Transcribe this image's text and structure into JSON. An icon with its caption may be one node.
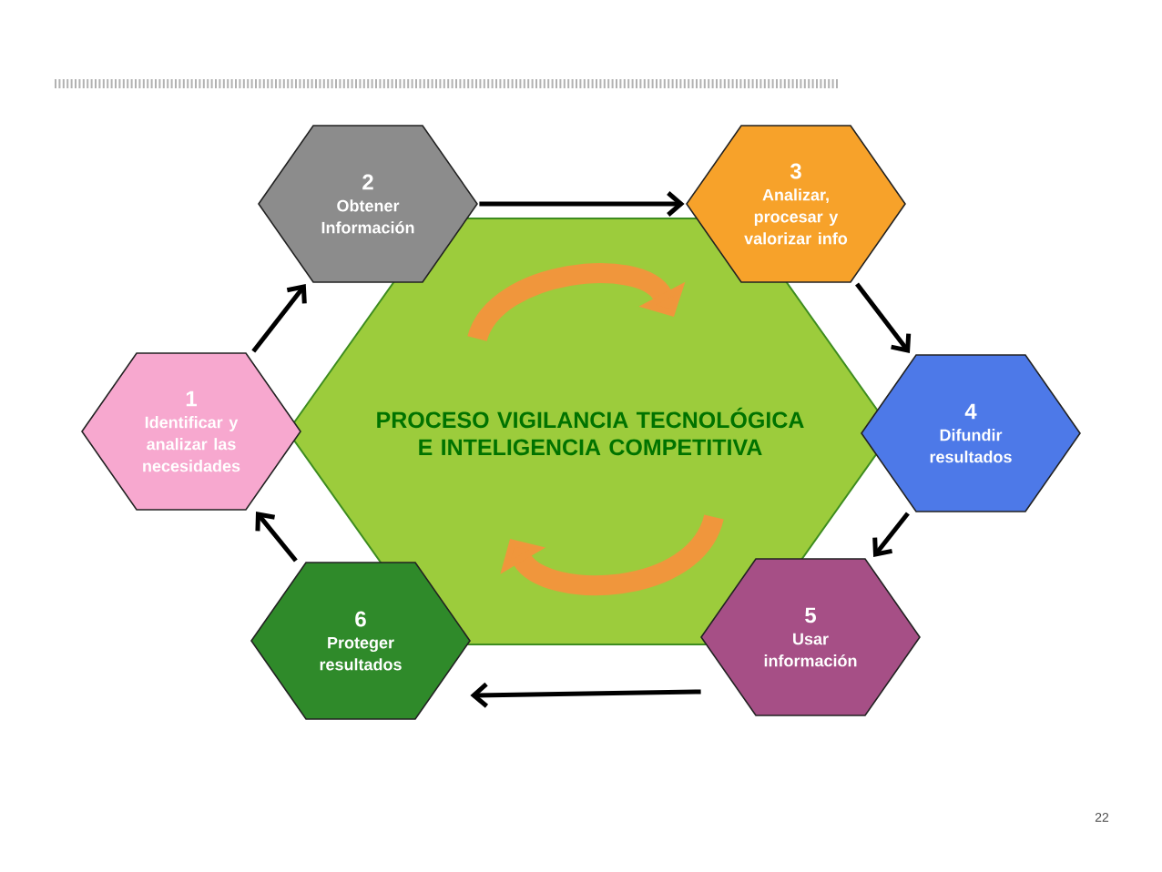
{
  "diagram": {
    "nodes": [
      {
        "text": [
          "PROCESO  VIGILANCIA TECNOLÓGICA E INTELIGENCIA COMPETITIVA"
        ]
      },
      {
        "text": [
          "1",
          "Identificar y analizar las necesidades"
        ]
      },
      {
        "text": [
          "2",
          "Obtener Información"
        ]
      },
      {
        "text": [
          "3",
          "Analizar, procesar y valorizar info"
        ]
      },
      {
        "text": [
          "4",
          "Difundir resultados"
        ]
      },
      {
        "text": [
          "5",
          "Usar información"
        ]
      },
      {
        "text": [
          "6",
          "Proteger resultados"
        ]
      }
    ],
    "edges": [
      {
        "from": 1,
        "to": 2,
        "arrow": "to"
      },
      {
        "from": 2,
        "to": 3,
        "arrow": "to"
      },
      {
        "from": 3,
        "to": 4,
        "arrow": "to"
      },
      {
        "from": 4,
        "to": 5,
        "arrow": "to"
      },
      {
        "from": 5,
        "to": 6,
        "arrow": "to"
      },
      {
        "from": 6,
        "to": 1,
        "arrow": "to"
      }
    ],
    "labels": [
      "22"
    ]
  }
}
